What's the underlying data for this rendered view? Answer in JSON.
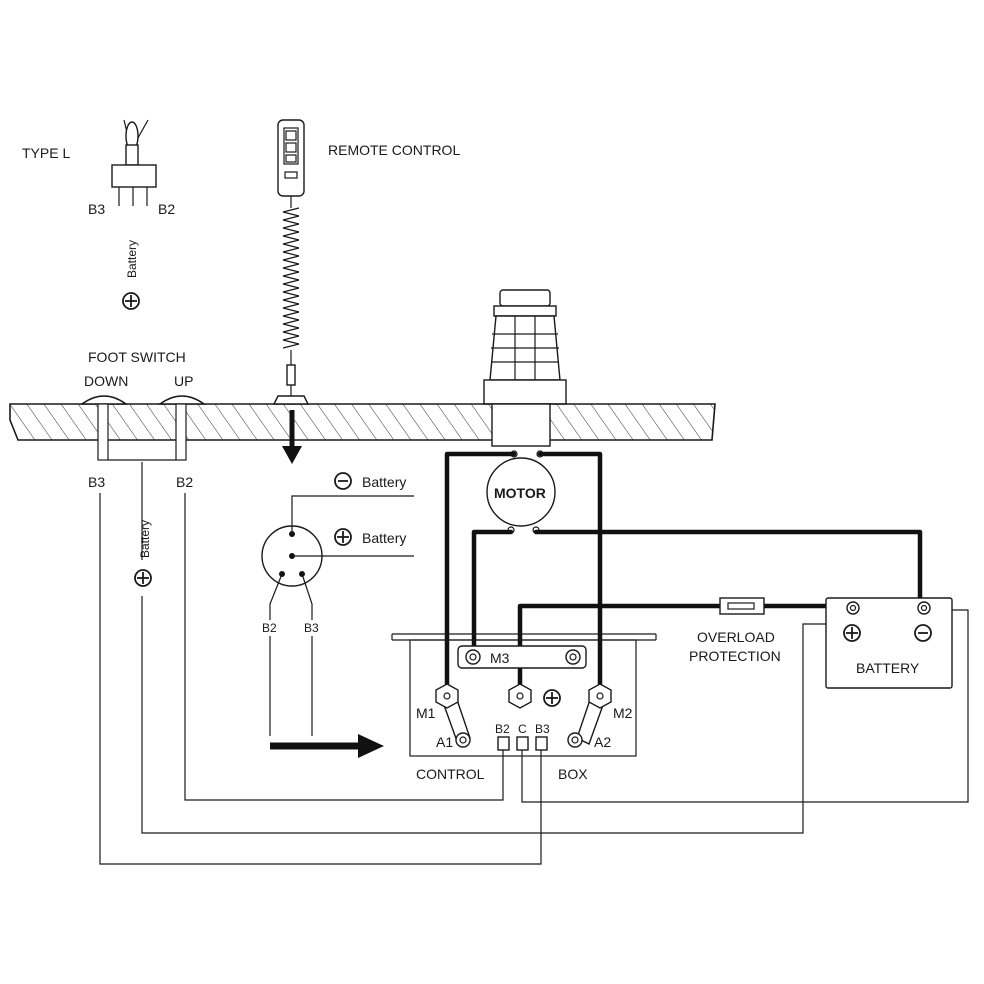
{
  "labels": {
    "type_l": "TYPE L",
    "toggle_b3": "B3",
    "toggle_b2": "B2",
    "toggle_battery": "Battery",
    "remote_control": "REMOTE CONTROL",
    "foot_switch": "FOOT SWITCH",
    "down": "DOWN",
    "up": "UP",
    "deck_b3": "B3",
    "deck_b2": "B2",
    "deck_battery": "Battery",
    "plug_neg_battery": "Battery",
    "plug_pos_battery": "Battery",
    "plug_b2": "B2",
    "plug_b3": "B3",
    "motor": "MOTOR",
    "m3": "M3",
    "m1": "M1",
    "m2": "M2",
    "a1": "A1",
    "a2": "A2",
    "term_b2": "B2",
    "term_c": "C",
    "term_b3": "B3",
    "control": "CONTROL",
    "box": "BOX",
    "overload_1": "OVERLOAD",
    "overload_2": "PROTECTION",
    "battery": "BATTERY"
  },
  "symbols": {
    "plus": "+",
    "minus": "−"
  },
  "colors": {
    "line": "#1a1a1a",
    "heavy_wire": "#111111",
    "deck_hatch": "#333333"
  }
}
